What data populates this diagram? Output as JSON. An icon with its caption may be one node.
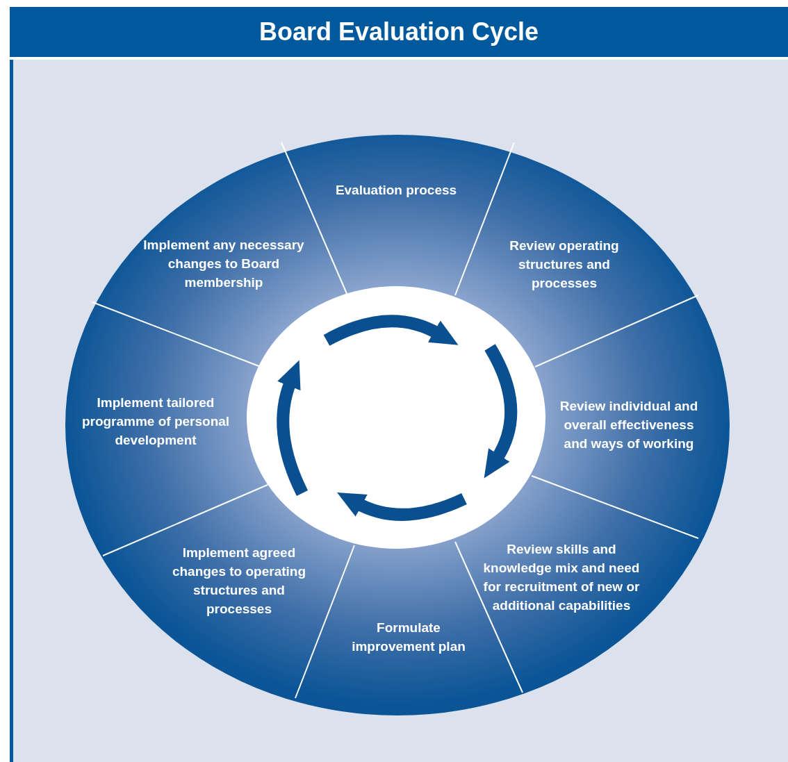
{
  "diagram": {
    "title": "Board Evaluation Cycle",
    "nodes": [
      {
        "text": [
          "Evaluation process"
        ]
      },
      {
        "text": [
          "Review operating structures and processes"
        ]
      },
      {
        "text": [
          "Review individual and overall effectiveness and ways of working"
        ]
      },
      {
        "text": [
          "Review skills and knowledge mix and need for recruitment of new or additional capabilities"
        ]
      },
      {
        "text": [
          "Formulate improvement plan"
        ]
      },
      {
        "text": [
          "Implement agreed changes to operating structures and processes"
        ]
      },
      {
        "text": [
          "Implement tailored programme of personal development"
        ]
      },
      {
        "text": [
          "Implement any necessary changes to Board membership"
        ]
      }
    ]
  }
}
